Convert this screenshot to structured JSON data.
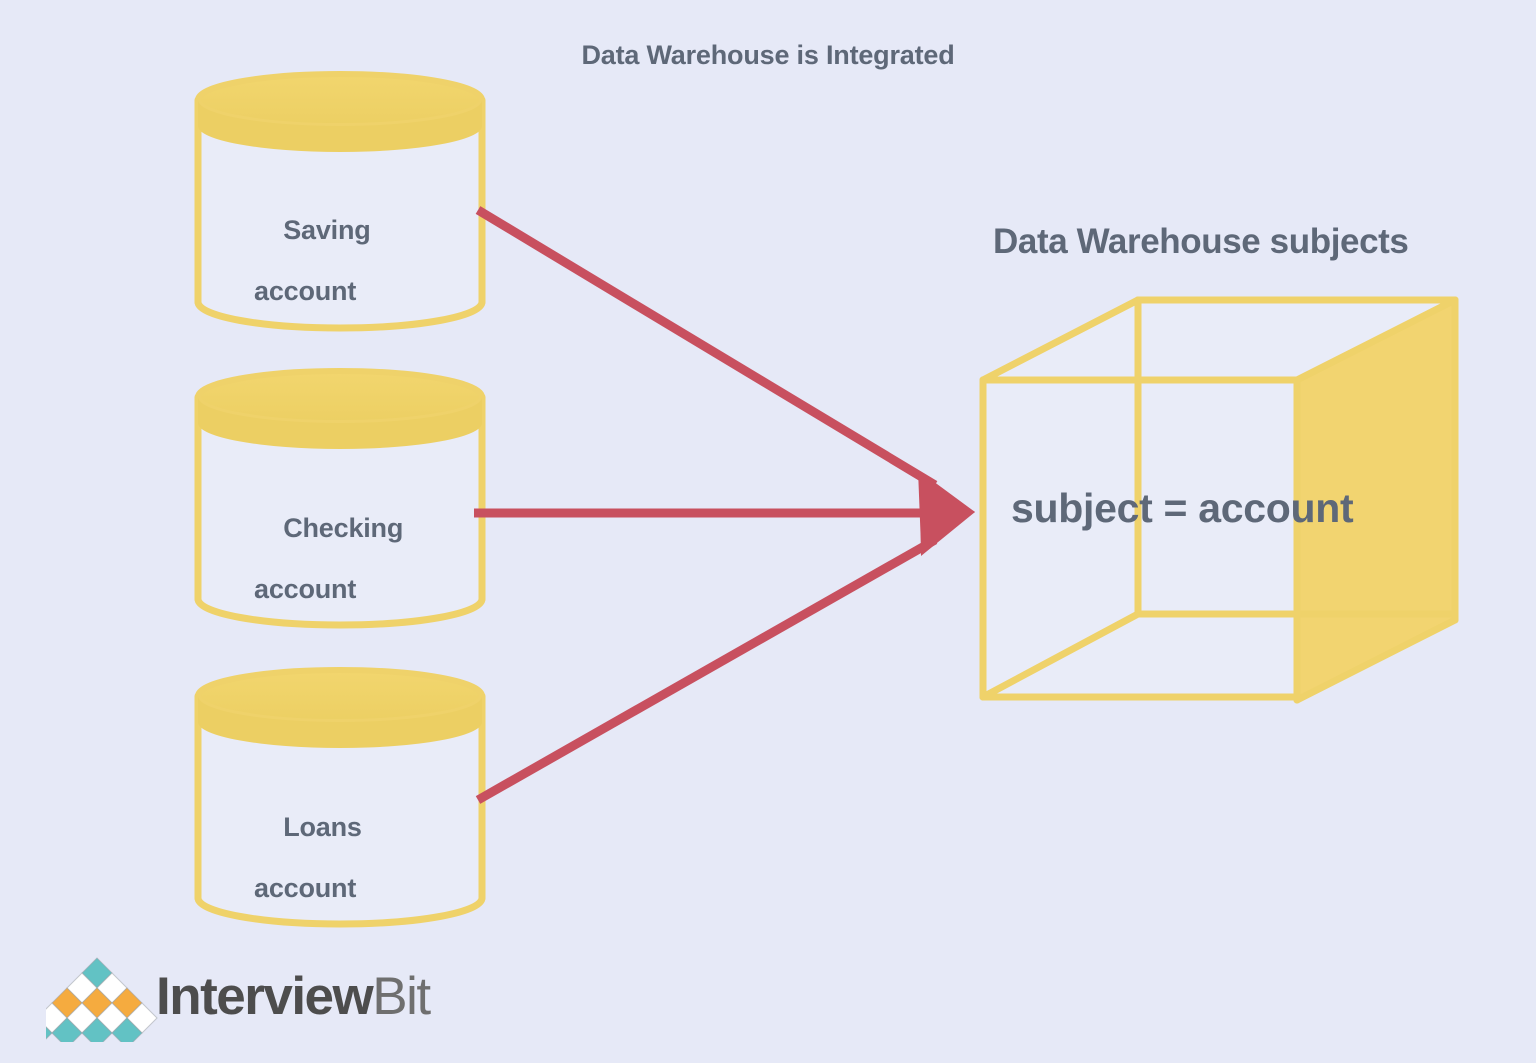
{
  "title": "Data Warehouse is Integrated",
  "colors": {
    "background": "#e6e9f7",
    "yellow": "#f0d369",
    "yellow_stroke": "#efd26a",
    "cube_face": "#f2d470",
    "arrow_red": "#c8505f",
    "text_gray": "#5e6878",
    "logo_dark": "#4d4d4d",
    "logo_light": "#6f6f6f",
    "logo_teal": "#62c2c4",
    "logo_orange": "#f5ab3f",
    "logo_white": "#ffffff"
  },
  "sources": {
    "heading": "Data Warehouse is Integrated",
    "cylinders": [
      {
        "line1": "Saving",
        "line2": "account",
        "name": "saving-account"
      },
      {
        "line1": "Checking",
        "line2": "account",
        "name": "checking-account"
      },
      {
        "line1": "Loans",
        "line2": "account",
        "name": "loans-account"
      }
    ]
  },
  "target": {
    "heading": "Data Warehouse subjects",
    "cube_label": "subject = account"
  },
  "arrows": {
    "count": 3,
    "direction": "left-to-right",
    "color": "#c8505f",
    "labels": []
  },
  "logo": {
    "word_primary": "Interview",
    "word_secondary": "Bit",
    "mark": "diamond-pyramid"
  }
}
